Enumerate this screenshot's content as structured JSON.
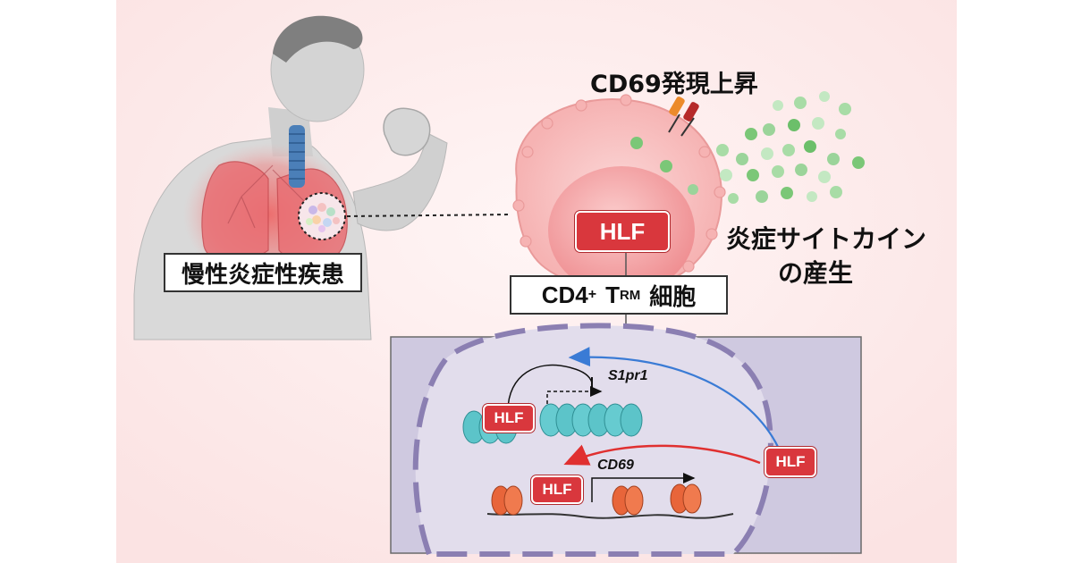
{
  "labels": {
    "disease": "慢性炎症性疾患",
    "cd69_up": "CD69発現上昇",
    "cytokine_line1": "炎症サイトカイン",
    "cytokine_line2": "の産生",
    "cell_prefix": "CD4",
    "cell_sup": "+",
    "cell_t": "T",
    "cell_sub": "RM",
    "cell_suffix": "細胞",
    "hlf_main": "HLF",
    "hlf_top": "HLF",
    "hlf_bottom": "HLF",
    "hlf_side": "HLF",
    "gene_s1pr1": "S1pr1",
    "gene_cd69": "CD69"
  },
  "colors": {
    "background": "#fdeeee",
    "hlf_red": "#d9373d",
    "cell_pink": "#f5b8b8",
    "nucleus_panel": "#cfc9e0",
    "cytokine_green": "#6cbf6a",
    "dna_teal": "#5cc4c9",
    "nucleosome_orange": "#e8653a",
    "arrow_blue": "#3a7bd5",
    "arrow_red": "#e03030"
  }
}
